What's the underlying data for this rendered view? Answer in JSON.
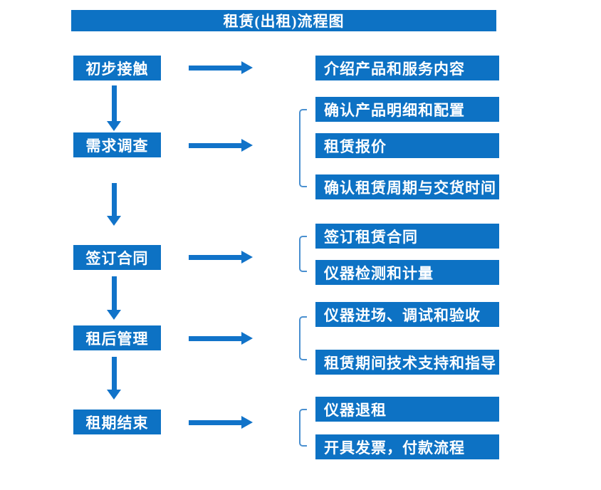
{
  "title": "租赁(出租)流程图",
  "colors": {
    "box_blue": "#0d72c4",
    "arrow_blue": "#1173c9",
    "bracket_blue": "#4a90d0",
    "text_white": "#ffffff",
    "background": "#ffffff"
  },
  "steps": [
    {
      "label": "初步接触",
      "details": [
        "介绍产品和服务内容"
      ]
    },
    {
      "label": "需求调查",
      "details": [
        "确认产品明细和配置",
        "租赁报价",
        "确认租赁周期与交货时间"
      ]
    },
    {
      "label": "签订合同",
      "details": [
        "签订租赁合同",
        "仪器检测和计量"
      ]
    },
    {
      "label": "租后管理",
      "details": [
        "仪器进场、调试和验收",
        "租赁期间技术支持和指导"
      ]
    },
    {
      "label": "租期结束",
      "details": [
        "仪器退租",
        "开具发票，付款流程"
      ]
    }
  ]
}
